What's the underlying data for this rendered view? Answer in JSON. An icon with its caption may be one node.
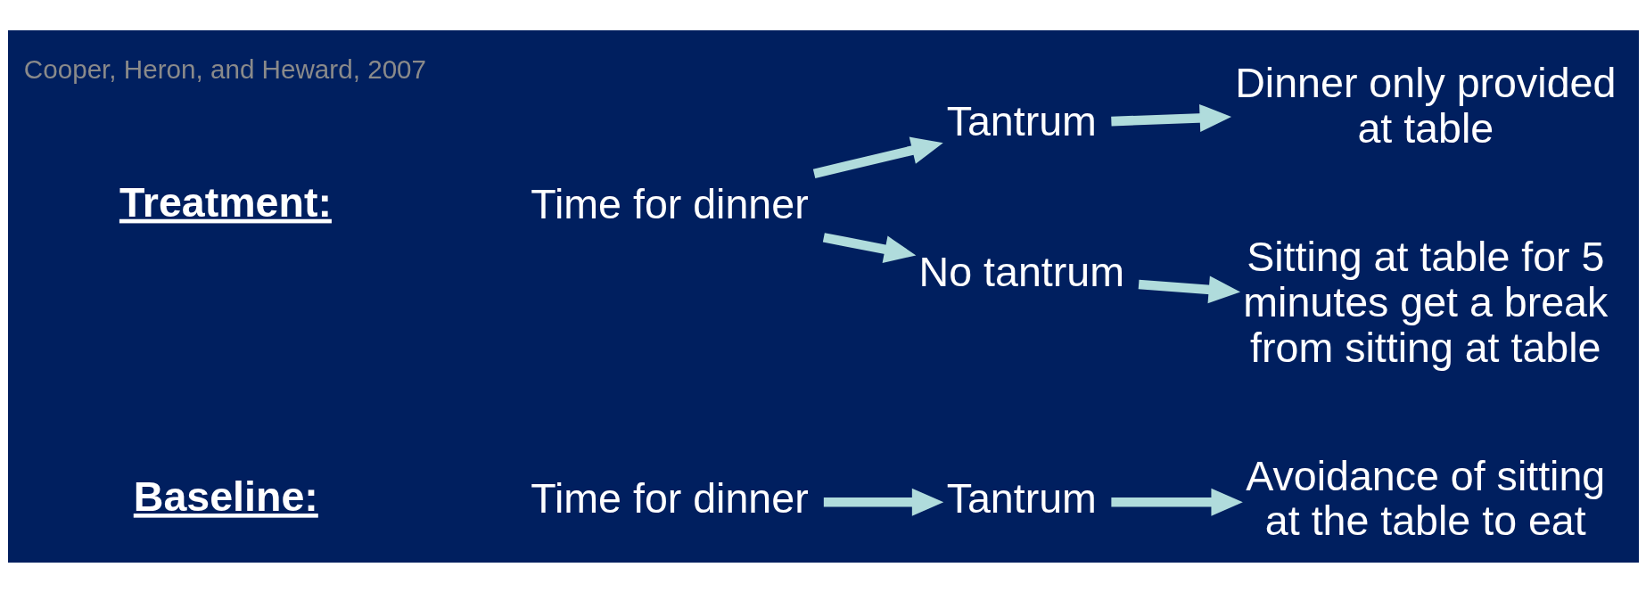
{
  "diagram": {
    "nodes": [
      {
        "text": [
          "Time for dinner"
        ]
      },
      {
        "text": [
          "Tantrum"
        ]
      },
      {
        "text": [
          "Avoidance of sitting at the table to eat"
        ]
      },
      {
        "text": [
          "Time for dinner"
        ]
      },
      {
        "text": [
          "Tantrum"
        ]
      },
      {
        "text": [
          "Dinner only provided at table"
        ]
      },
      {
        "text": [
          "No tantrum"
        ]
      },
      {
        "text": [
          "Sitting at table for 5 minutes get a break from sitting at table"
        ]
      }
    ],
    "edges": [
      {
        "from": 0,
        "to": 1,
        "arrow": "to"
      },
      {
        "from": 1,
        "to": 2,
        "arrow": "to"
      },
      {
        "from": 3,
        "to": 4,
        "arrow": "to"
      },
      {
        "from": 4,
        "to": 5,
        "arrow": "to"
      },
      {
        "from": 3,
        "to": 6,
        "arrow": "to"
      },
      {
        "from": 6,
        "to": 7,
        "arrow": "to"
      }
    ],
    "labels": [
      "Baseline:",
      "Treatment:",
      "Cooper, Heron, and Heward, 2007"
    ]
  }
}
